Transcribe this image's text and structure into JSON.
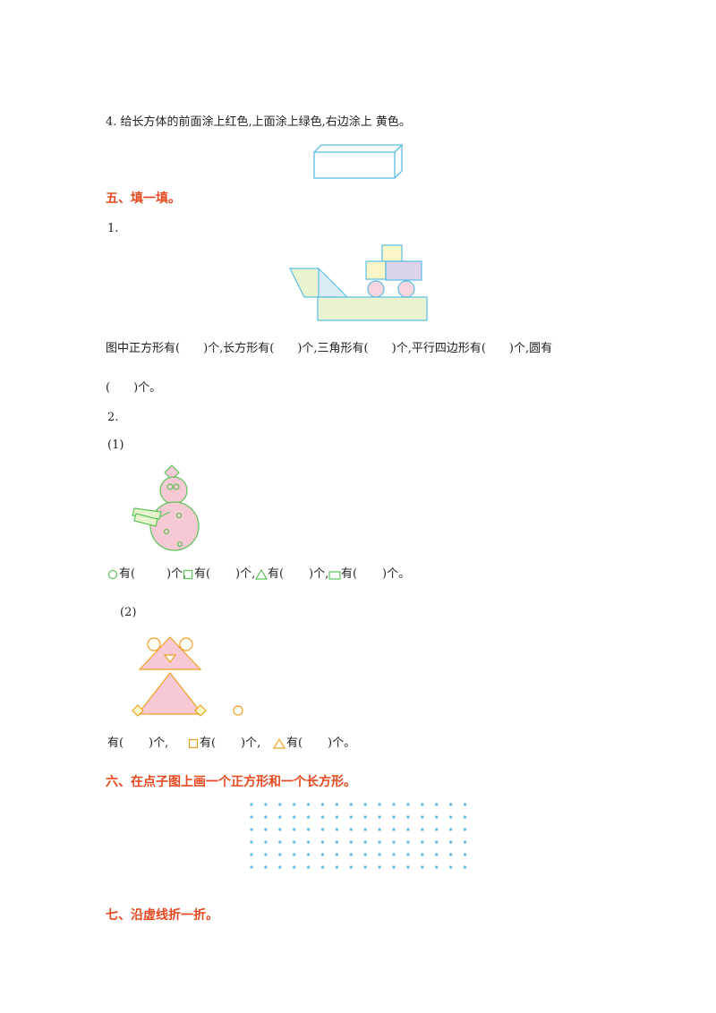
{
  "q4": {
    "text": "4. 给长方体的前面涂上红色,上面涂上绿色,右边涂上 黄色。"
  },
  "section5": {
    "title": "五、填一填。",
    "p1_num": "1.",
    "p1_line1": "图中正方形有(　　)个,长方形有(　　)个,三角形有(　　)个,平行四边形有(　　)个,圆有",
    "p1_line2": "(　　)个。",
    "p2_num": "2.",
    "sub1_label": "(1)",
    "sub1_circle": "有(",
    "sub1_square": "有(",
    "sub1_triangle": "有(",
    "sub1_parallelogram": "有(",
    "close_comma": ")个,",
    "close_end": ")个。",
    "sub2_label": "(2)",
    "sub2_line_start": "有(",
    "sub2_square": "有(",
    "sub2_triangle": "有(",
    "sub2_close_comma": ")个,",
    "sub2_close_end": ")个。"
  },
  "section6": {
    "title": "六、在点子图上画一个正方形和一个长方形。"
  },
  "section7": {
    "title": "七、沿虚线折一折。"
  },
  "colors": {
    "heading": "#e8481f",
    "shape_blue": "#5bbde4",
    "shape_green": "#5cc35a",
    "shape_orange": "#f0a020",
    "fill_yellow": "#fbf6c8",
    "fill_green": "#e8f3d0",
    "fill_purple": "#dcd3ea",
    "fill_pink": "#f6c9d5"
  }
}
